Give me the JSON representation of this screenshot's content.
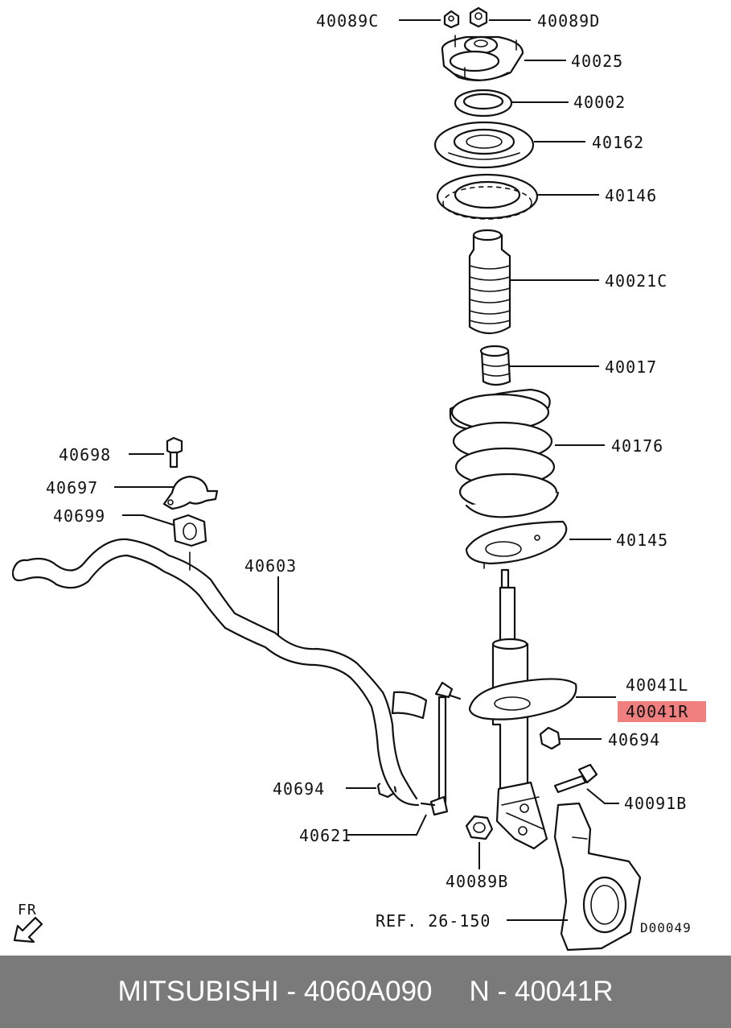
{
  "parts": {
    "p40089C": "40089C",
    "p40089D": "40089D",
    "p40025": "40025",
    "p40002": "40002",
    "p40162": "40162",
    "p40146": "40146",
    "p40021C": "40021C",
    "p40017": "40017",
    "p40176": "40176",
    "p40145": "40145",
    "p40698": "40698",
    "p40697": "40697",
    "p40699": "40699",
    "p40603": "40603",
    "p40041L": "40041L",
    "p40041R": "40041R",
    "p40694_right": "40694",
    "p40694_left": "40694",
    "p40091B": "40091B",
    "p40621": "40621",
    "p40089B": "40089B",
    "ref": "REF. 26-150",
    "diagram_code": "D00049",
    "fr": "FR"
  },
  "highlight_color": "#f08080",
  "footer": {
    "brand_part": "MITSUBISHI - 4060A090",
    "ref_part": "N - 40041R"
  }
}
